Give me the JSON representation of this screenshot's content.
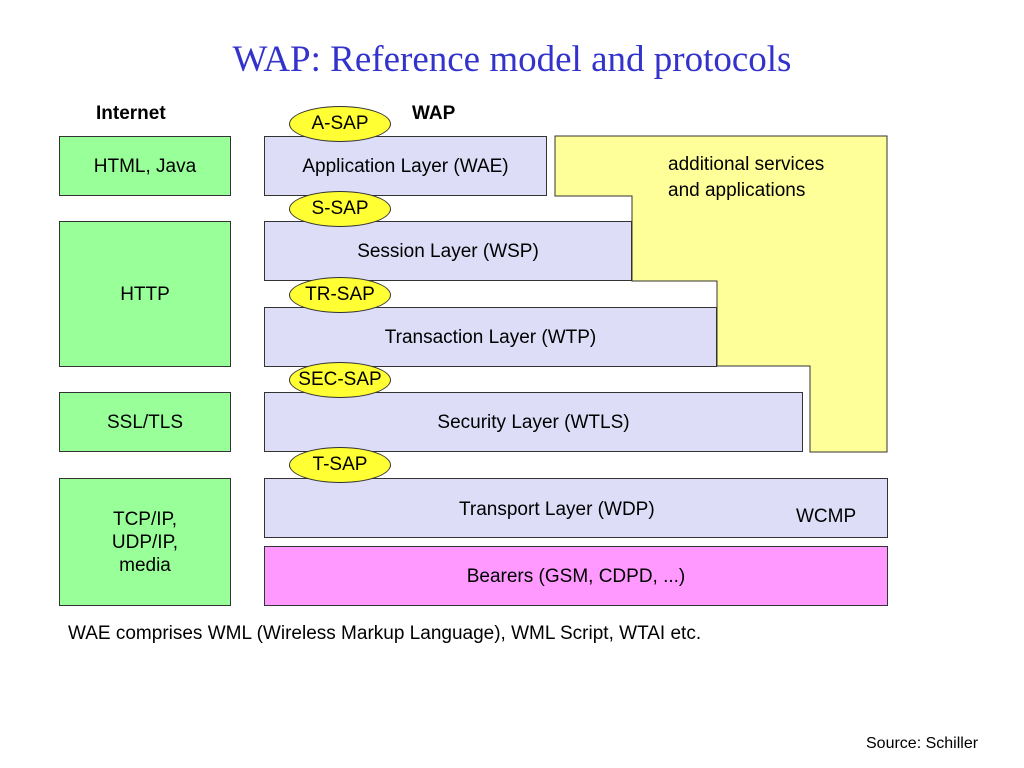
{
  "title": "WAP: Reference model and protocols",
  "headers": {
    "internet": "Internet",
    "wap": "WAP"
  },
  "internet_stack": {
    "html_java": "HTML, Java",
    "http": "HTTP",
    "ssl_tls": "SSL/TLS",
    "tcp_ip": "TCP/IP,\nUDP/IP,\nmedia"
  },
  "wap_layers": {
    "application": "Application Layer (WAE)",
    "session": "Session Layer (WSP)",
    "transaction": "Transaction Layer (WTP)",
    "security": "Security Layer (WTLS)",
    "transport": "Transport Layer (WDP)",
    "bearers": "Bearers  (GSM, CDPD, ...)"
  },
  "saps": {
    "a": "A-SAP",
    "s": "S-SAP",
    "tr": "TR-SAP",
    "sec": "SEC-SAP",
    "t": "T-SAP"
  },
  "additional_services": "additional services\nand applications",
  "wcmp": "WCMP",
  "footnote": "WAE comprises WML (Wireless Markup Language), WML Script, WTAI etc.",
  "source": "Source: Schiller",
  "colors": {
    "title": "#3333cc",
    "internet_box": "#99ff99",
    "wap_layer": "#ddddf7",
    "bearer": "#ff99ff",
    "sap": "#ffff33",
    "additional": "#ffff99"
  }
}
